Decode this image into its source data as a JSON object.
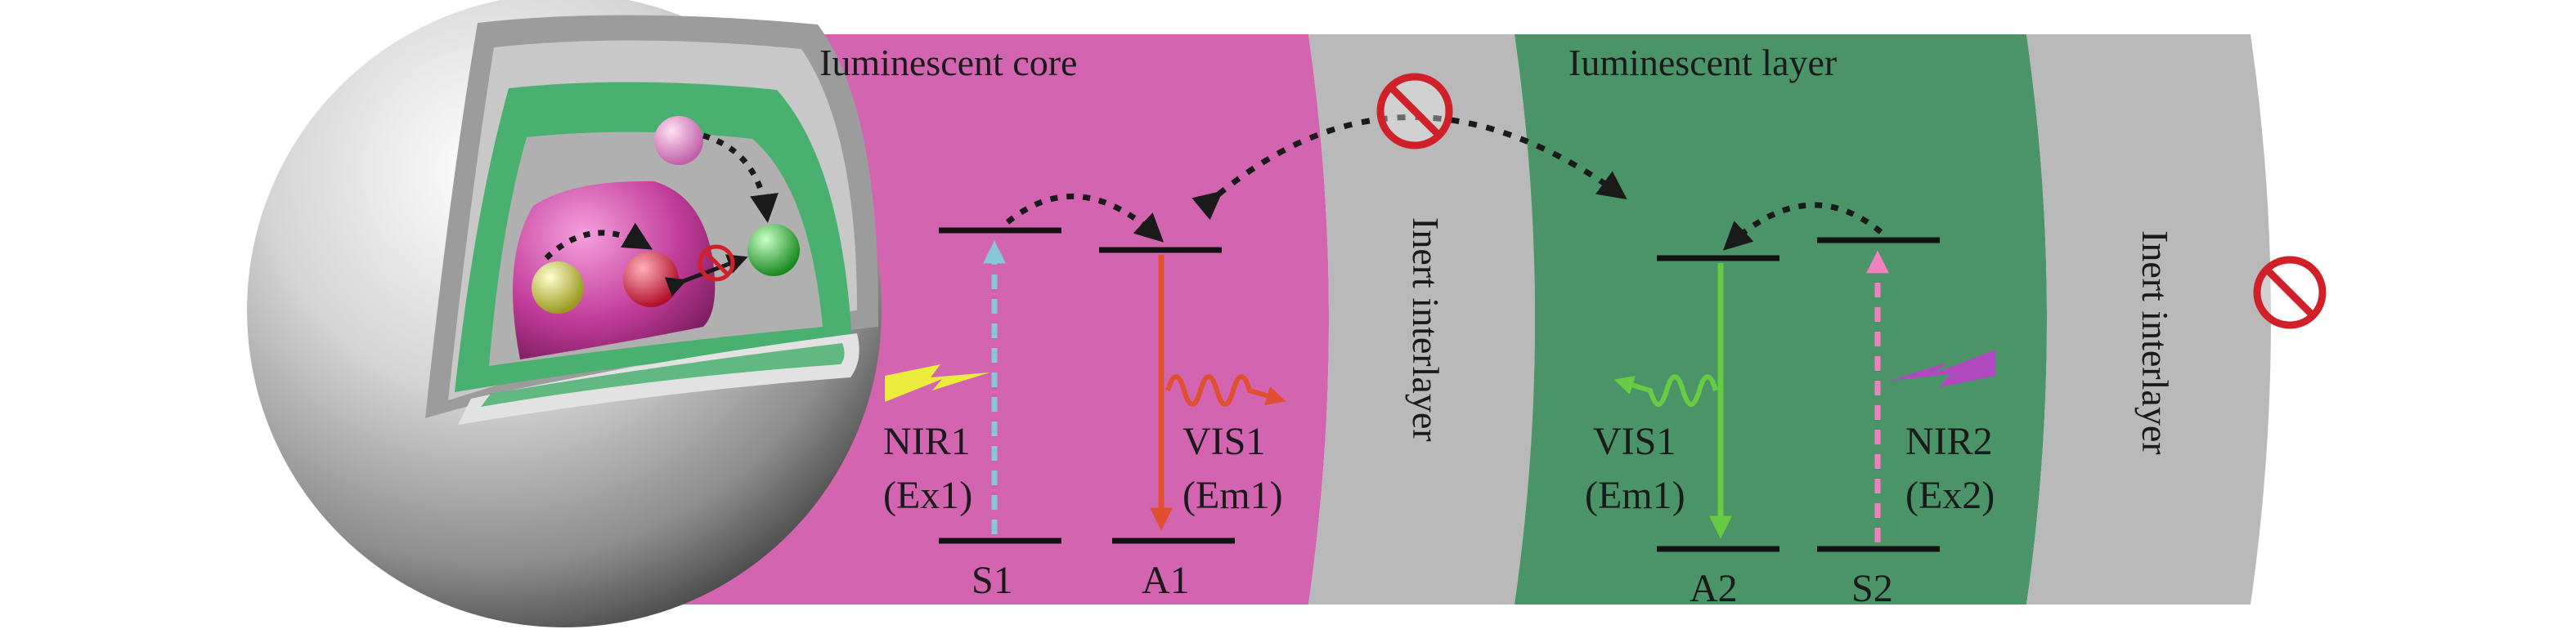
{
  "regions": {
    "core_title": "Iuminescent core",
    "layer_title": "Iuminescent layer",
    "inert_1": "Inert interlayer",
    "inert_2": "Inert interlayer"
  },
  "core": {
    "sensitizer_label": "S1",
    "activator_label": "A1",
    "excitation_name": "NIR1",
    "excitation_code": "(Ex1)",
    "emission_name": "VIS1",
    "emission_code": "(Em1)"
  },
  "layer": {
    "sensitizer_label": "S2",
    "activator_label": "A2",
    "excitation_name": "NIR2",
    "excitation_code": "(Ex2)",
    "emission_name": "VIS1",
    "emission_code": "(Em1)"
  },
  "icons": {
    "blocked": "no-entry-icon",
    "excitation": "lightning-icon",
    "emission": "wavy-arrow-icon"
  },
  "colors": {
    "core": "#d364b0",
    "layer": "#4a9468",
    "inert": "#b9b9b9",
    "blocked": "#d0202a",
    "nir1": "#ecec3c",
    "nir2": "#b048c0",
    "vis_core": "#e05030",
    "vis_layer": "#66cc44",
    "up_core": "#88c8d8",
    "up_layer": "#f080c0"
  }
}
